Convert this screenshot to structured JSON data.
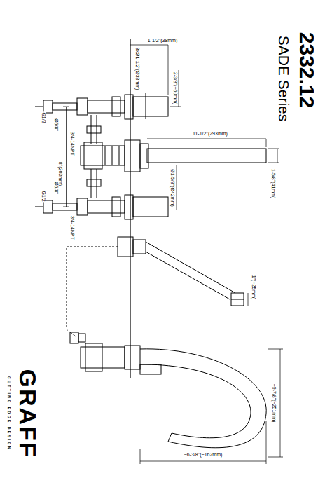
{
  "diagram": {
    "title": "2332.12",
    "labels": [
      "SADE Series",
      "1-1/2\"(38mm)",
      "3xØ1-1/2\"(Ø38mm)",
      "2-3/8\"(~60mm)",
      "G1/2",
      "Ø5/8\"",
      "3/4-14NPT",
      "8\"(203mm)",
      "11-1/2\"(293mm)",
      "Ø1-5/8\"(Ø42mm)",
      "1-5/8\"(41mm)",
      "Ø5/8\"",
      "G1/2",
      "3/4-14NPT",
      "1\"(~25mm)",
      "~9-7/8\"(~251mm)",
      "~6-3/8\"(~162mm)",
      "GRAFF",
      "CUTTING EDGE DESIGN"
    ]
  }
}
